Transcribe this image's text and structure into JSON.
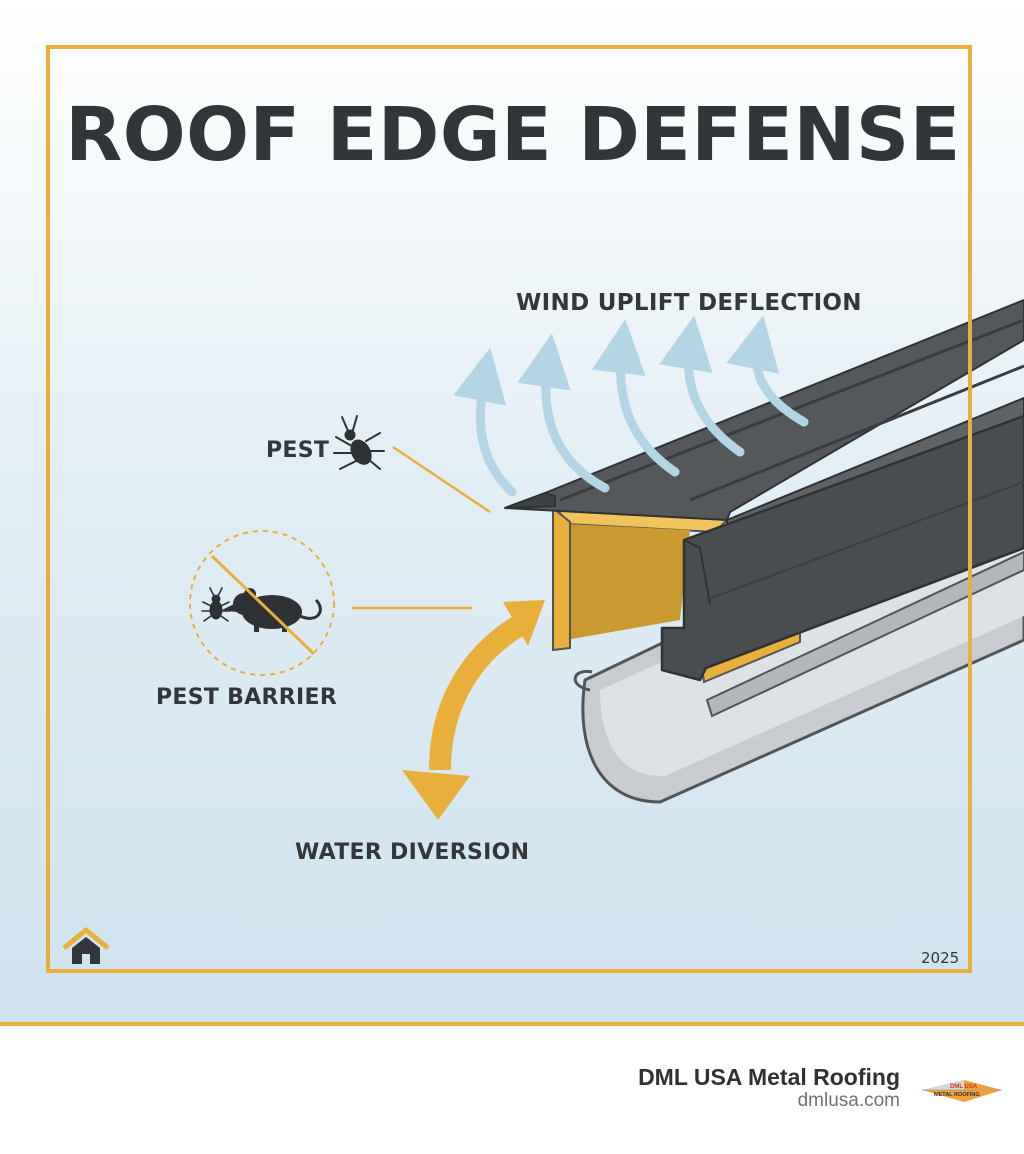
{
  "title": "ROOF EDGE DEFENSE",
  "labels": {
    "wind": "WIND UPLIFT DEFLECTION",
    "pest": "PEST",
    "pest_barrier": "PEST BARRIER",
    "water": "WATER DIVERSION"
  },
  "year": "2025",
  "footer": {
    "brand": "DML USA Metal Roofing",
    "url": "dmlusa.com",
    "logo_text_top": "DML USA",
    "logo_text_bottom": "METAL ROOFING"
  },
  "icons": [
    "home-icon",
    "bug-icon",
    "rat-icon",
    "no-entry-icon",
    "wind-arrow-icon",
    "water-arrow-icon",
    "brand-logo-icon"
  ],
  "colors": {
    "accent": "#e8b03a",
    "dark_metal": "#4a4d50",
    "gutter": "#c9cdd0",
    "wind": "#b3d5e5",
    "text": "#333638"
  }
}
